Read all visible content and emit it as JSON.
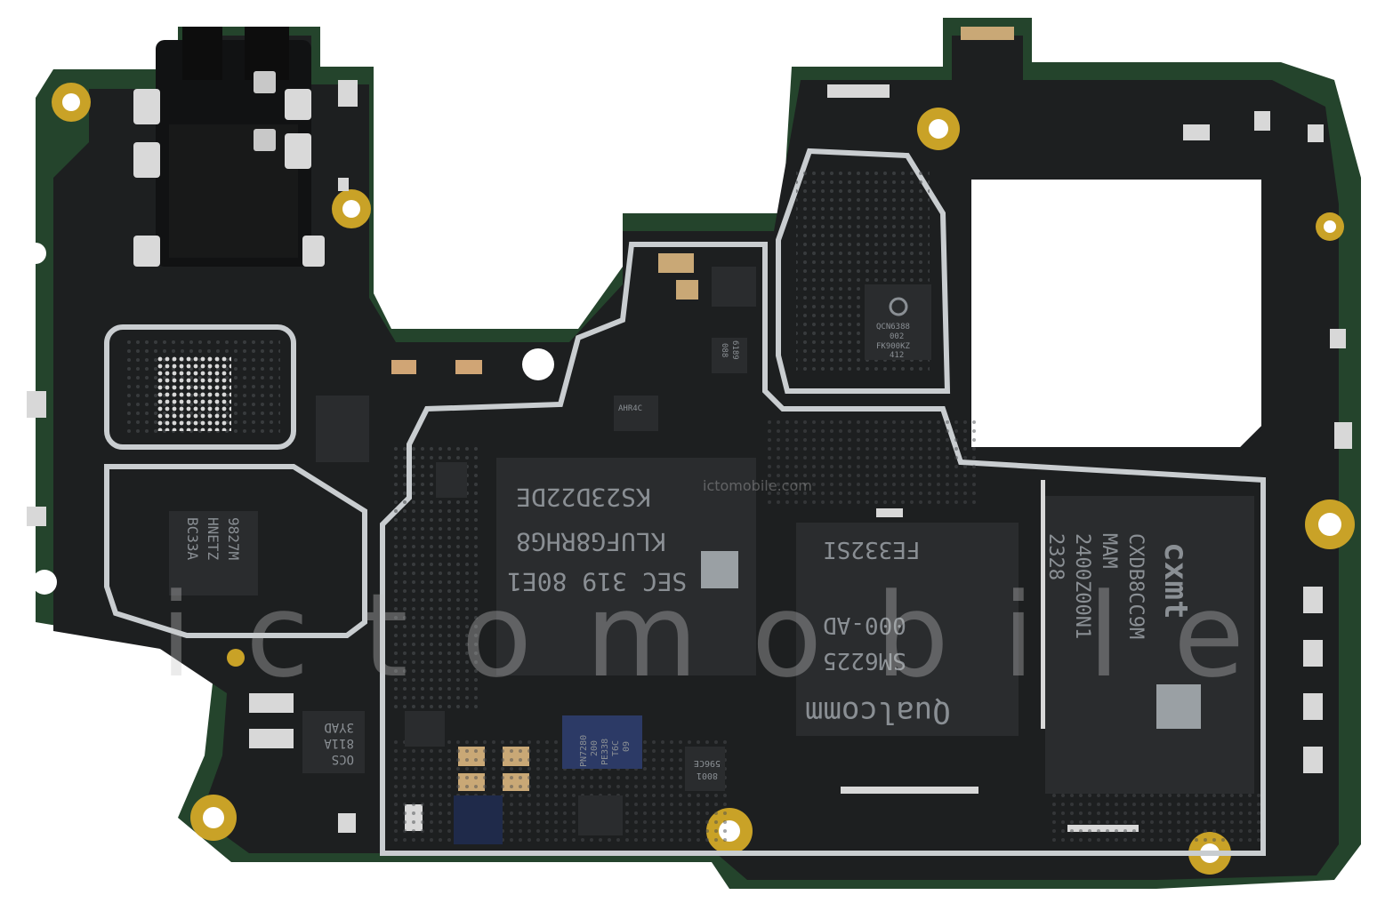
{
  "colors": {
    "background": "#ffffff",
    "pcb_green": "#24442c",
    "pcb_black": "#1d1f20",
    "chip": "#2a2c2e",
    "shield": "#c9cdd0",
    "gold": "#c9a227"
  },
  "chips": {
    "memory": {
      "line1": "KS23D22DE",
      "line2": "KLUFG8RHG8",
      "line3": "SEC 319 80E1"
    },
    "soc": {
      "line1": "FE332SI",
      "line2": "000-AD",
      "line3": "SM6225",
      "line4": "Qualcomm"
    },
    "modem": {
      "brand": "cxmt",
      "line1": "CXDB8CC9M",
      "line2": "MAM",
      "line3": "2400Z00N1",
      "line4": "2328"
    },
    "pmic": {
      "line1": "9827M",
      "line2": "HNETZ",
      "line3": "BC33A"
    },
    "wifi": {
      "line1": "QCN6388",
      "line2": "002",
      "line3": "FK900KZ",
      "line4": "412"
    },
    "nfc": {
      "line1": "PN7280",
      "line2": "200",
      "line3": "PE338",
      "line4": "T6C",
      "line5": "09"
    },
    "small1": {
      "line1": "OCS",
      "line2": "811A",
      "line3": "3YAD"
    },
    "small2": {
      "line1": "8001",
      "line2": "596CE"
    },
    "small3": {
      "line1": "AHR4C"
    },
    "small4": {
      "line1": "6189",
      "line2": "088"
    }
  },
  "watermark": {
    "text": "ictomobile",
    "url": "ictomobile.com"
  }
}
